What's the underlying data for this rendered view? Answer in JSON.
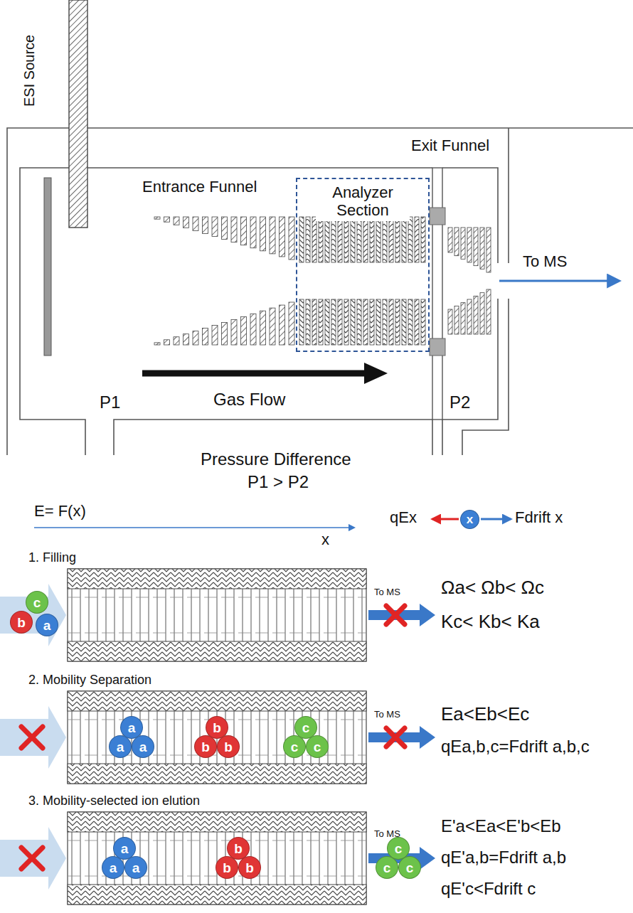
{
  "diagram": {
    "nodes": [
      {
        "text": [
          "Analyzer Section"
        ]
      },
      {
        "text": [
          "x"
        ]
      },
      {
        "text": [
          "c"
        ]
      },
      {
        "text": [
          "b"
        ]
      },
      {
        "text": [
          "a"
        ]
      },
      {
        "text": [
          "a"
        ]
      },
      {
        "text": [
          "a"
        ]
      },
      {
        "text": [
          "a"
        ]
      },
      {
        "text": [
          "b"
        ]
      },
      {
        "text": [
          "b"
        ]
      },
      {
        "text": [
          "b"
        ]
      },
      {
        "text": [
          "c"
        ]
      },
      {
        "text": [
          "c"
        ]
      },
      {
        "text": [
          "c"
        ]
      },
      {
        "text": [
          "a"
        ]
      },
      {
        "text": [
          "a"
        ]
      },
      {
        "text": [
          "a"
        ]
      },
      {
        "text": [
          "b"
        ]
      },
      {
        "text": [
          "b"
        ]
      },
      {
        "text": [
          "b"
        ]
      },
      {
        "text": [
          "c"
        ]
      },
      {
        "text": [
          "c"
        ]
      },
      {
        "text": [
          "c"
        ]
      }
    ],
    "labels": [
      "ESI Source",
      "Exit Funnel",
      "Entrance Funnel",
      "To MS",
      "Gas Flow",
      "P1",
      "P2",
      "Pressure Difference",
      "P1 > P2",
      "E= F(x)",
      "x",
      "qEx",
      "Fdrift x",
      "1. Filling",
      "To MS",
      "Ωa< Ωb< Ωc",
      "Kc< Kb< Ka",
      "2. Mobility Separation",
      "To MS",
      "Ea<Eb<Ec",
      "qEa,b,c=Fdrift a,b,c",
      "3. Mobility-selected ion elution",
      "To MS",
      "E'a<Ea<E'b<Eb",
      "qE'a,b=Fdrift a,b",
      "qE'c<Fdrift c"
    ]
  }
}
